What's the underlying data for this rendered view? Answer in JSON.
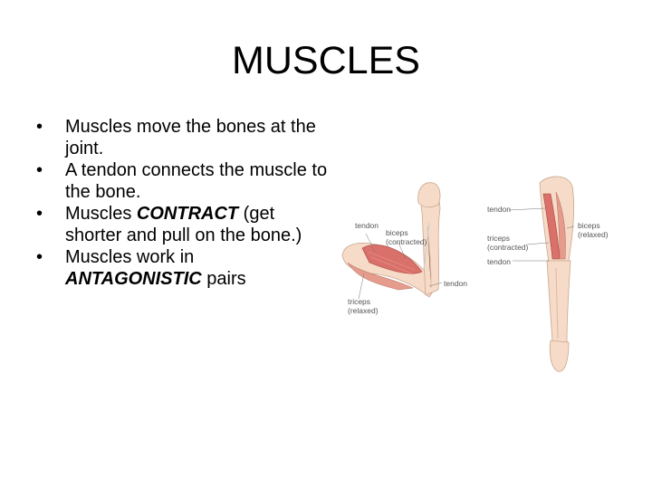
{
  "title": "MUSCLES",
  "bullets": [
    {
      "parts": [
        "Muscles move the bones at the joint."
      ]
    },
    {
      "parts": [
        "A tendon connects the muscle to the bone."
      ]
    },
    {
      "parts": [
        "Muscles ",
        "CONTRACT",
        " (get shorter and pull on the bone.)"
      ]
    },
    {
      "parts": [
        "Muscles work in ",
        "ANTAGONISTIC",
        " pairs"
      ]
    }
  ],
  "figure": {
    "bent_arm": {
      "tendon_top": "tendon",
      "biceps": "biceps",
      "biceps_state": "(contracted)",
      "tendon_bottom": "tendon",
      "triceps": "triceps",
      "triceps_state": "(relaxed)"
    },
    "straight_arm": {
      "tendon_top": "tendon",
      "triceps": "triceps",
      "triceps_state": "(contracted)",
      "tendon_middle": "tendon",
      "biceps": "biceps",
      "biceps_state": "(relaxed)"
    }
  }
}
